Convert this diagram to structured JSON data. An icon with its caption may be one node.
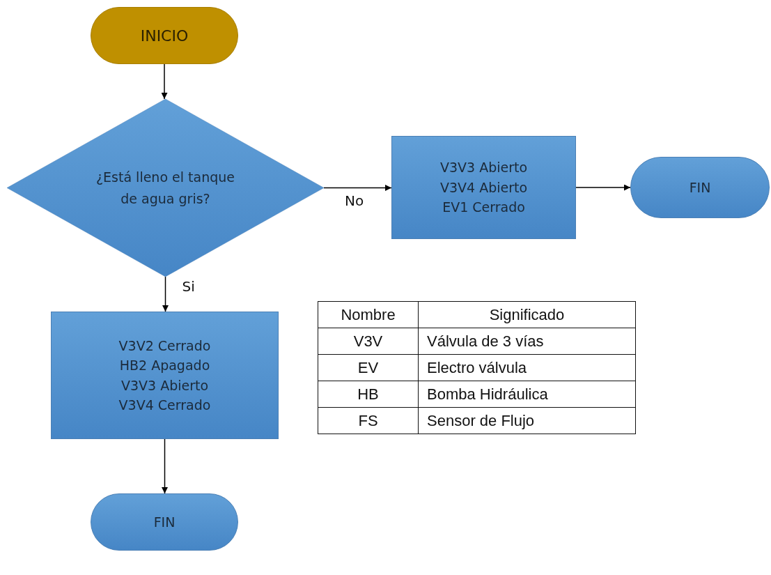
{
  "diagram": {
    "nodes": [
      {
        "text": [
          "INICIO"
        ]
      },
      {
        "text": [
          "¿Está lleno el tanque de agua gris?"
        ]
      },
      {
        "text": [
          "V3V3 Abierto",
          "V3V4 Abierto",
          "EV1 Cerrado"
        ]
      },
      {
        "text": [
          "FIN"
        ]
      },
      {
        "text": [
          "V3V2 Cerrado",
          "HB2 Apagado",
          "V3V3 Abierto",
          "V3V4 Cerrado"
        ]
      },
      {
        "text": [
          "FIN"
        ]
      }
    ],
    "edges": [
      {
        "from": 0,
        "to": 1,
        "arrow": "to"
      },
      {
        "from": 1,
        "to": 2,
        "arrow": "to",
        "label": "No"
      },
      {
        "from": 2,
        "to": 3,
        "arrow": "to"
      },
      {
        "from": 1,
        "to": 4,
        "arrow": "to",
        "label": "Si"
      },
      {
        "from": 4,
        "to": 5,
        "arrow": "to"
      }
    ],
    "labels": [
      "Nombre",
      "Significado",
      "V3V",
      "Válvula de 3 vías",
      "EV",
      "Electro válvula",
      "HB",
      "Bomba Hidráulica",
      "FS",
      "Sensor de Flujo"
    ]
  }
}
